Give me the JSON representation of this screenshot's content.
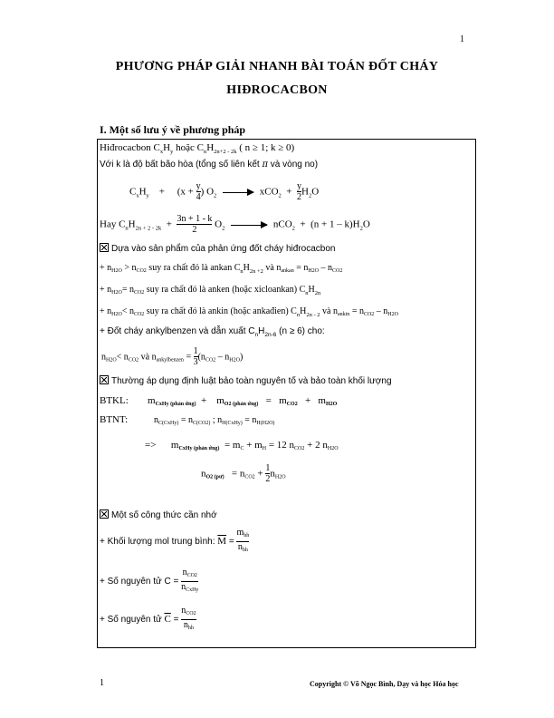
{
  "header": {
    "page_number": "1"
  },
  "title": {
    "line1": "PHƯƠNG PHÁP GIẢI NHANH BÀI TOÁN ĐỐT CHÁY",
    "line2": "HIĐROCACBON"
  },
  "section": {
    "heading": "I. Một số lưu ý về phương pháp"
  },
  "box": {
    "l1": "Hiđrocacbon C",
    "l1b": " hoặc C",
    "l1c": " ( n ≥ 1; k ≥ 0)",
    "l2": "Với k là độ bất bão hòa (tổng số liên kết ",
    "l2b": " và vòng no)",
    "pi": "π",
    "eq1_lhs": "C",
    "eq1_o2": "O",
    "eq1_x": "(x +",
    "eq1_y": "y",
    "eq1_4": "4",
    "eq1_close": ")",
    "eq1_rhs1": "xCO",
    "eq1_rhs2": "H",
    "eq1_y2": "y",
    "eq1_2": "2",
    "eq1_plus": "+",
    "eq2_hay": "Hay C",
    "eq2_num": "3n + 1 - k",
    "eq2_den": "2",
    "eq2_o2": "O",
    "eq2_rhs1": "nCO",
    "eq2_rhs2": "(n + 1 – k)H",
    "eq2_h2o_o": "O",
    "check1": "Dựa vào sản phẩm của phản ứng đốt cháy hiđrocacbon",
    "r1a": "+ n",
    "r1b": ">  n",
    "r1c": " suy ra chất đó là ankan C",
    "r1d": " và n",
    "r1e": " = n",
    "r1f": " – n",
    "r2a": "+ n",
    "r2b": "= n",
    "r2c": " suy ra chất đó là anken (hoặc xicloankan) C",
    "r3a": "+ n",
    "r3b": "< n",
    "r3c": " suy ra chất đó là ankin (hoặc ankađien) C",
    "r3d": " và n",
    "r3e": " = n",
    "r3f": " – n",
    "r4": "+ Đốt cháy ankylbenzen và dẫn xuất C",
    "r4b": " (n ≥ 6) cho:",
    "r5a": "n",
    "r5b": "< n",
    "r5c": " và n",
    "r5d": " =",
    "r5num": "1",
    "r5den": "3",
    "r5e": "(n",
    "r5f": " – n",
    "r5g": ")",
    "check2": "Thường áp dụng định luật bảo toàn nguyên tố và bảo toàn khối lượng",
    "btkl": "BTKL:",
    "btkl_a": "m",
    "btkl_a_sub": "CxHy (phản ứng)",
    "btkl_plus": "+",
    "btkl_b": "m",
    "btkl_b_sub": "O2 (phản ứng)",
    "btkl_eq": "=",
    "btkl_c": "m",
    "btkl_c_sub": "CO2",
    "btkl_plus2": "+",
    "btkl_d": "m",
    "btkl_d_sub": "H2O",
    "btnt": "BTNT:",
    "btnt_a": "n",
    "btnt_a_sub": "C(CxHy)",
    "btnt_b": " = n",
    "btnt_b_sub": "C(CO2)",
    "btnt_c": " ; n",
    "btnt_c_sub": "H(CxHy)",
    "btnt_d": " = n",
    "btnt_d_sub": "H(H2O)",
    "imp": "=>",
    "imp_m": "m",
    "imp_m_sub": "CxHy (phản ứng)",
    "imp_rhs": "= m",
    "imp_rhs2": " + m",
    "imp_rhs3": " = 12 n",
    "imp_rhs4": " + 2 n",
    "no2": "n",
    "no2_sub": "O2 (pư)",
    "no2_eq": "= n",
    "no2_plus": "+",
    "no2_num": "1",
    "no2_den": "2",
    "no2_n": "n",
    "check3": "Một số công thức cần nhớ",
    "m1": "+ Khối lượng mol trung bình:",
    "m1_M": "M",
    "m1_eq": " =",
    "m1_num": "m",
    "m1_num_sub": "hh",
    "m1_den": "n",
    "m1_den_sub": "hh",
    "m2": "+ Số nguyên tử C =",
    "m2_num": "n",
    "m2_num_sub": "CO2",
    "m2_den": "n",
    "m2_den_sub": "CxHy",
    "m3": "+ Số nguyên tử",
    "m3_C": "C",
    "m3_eq": " =",
    "m3_num": "n",
    "m3_num_sub": "CO2",
    "m3_den": "n",
    "m3_den_sub": "hh"
  },
  "footer": {
    "page_number": "1",
    "copyright": "Copyright © Võ Ngọc Bình, Dạy và học Hóa học"
  }
}
